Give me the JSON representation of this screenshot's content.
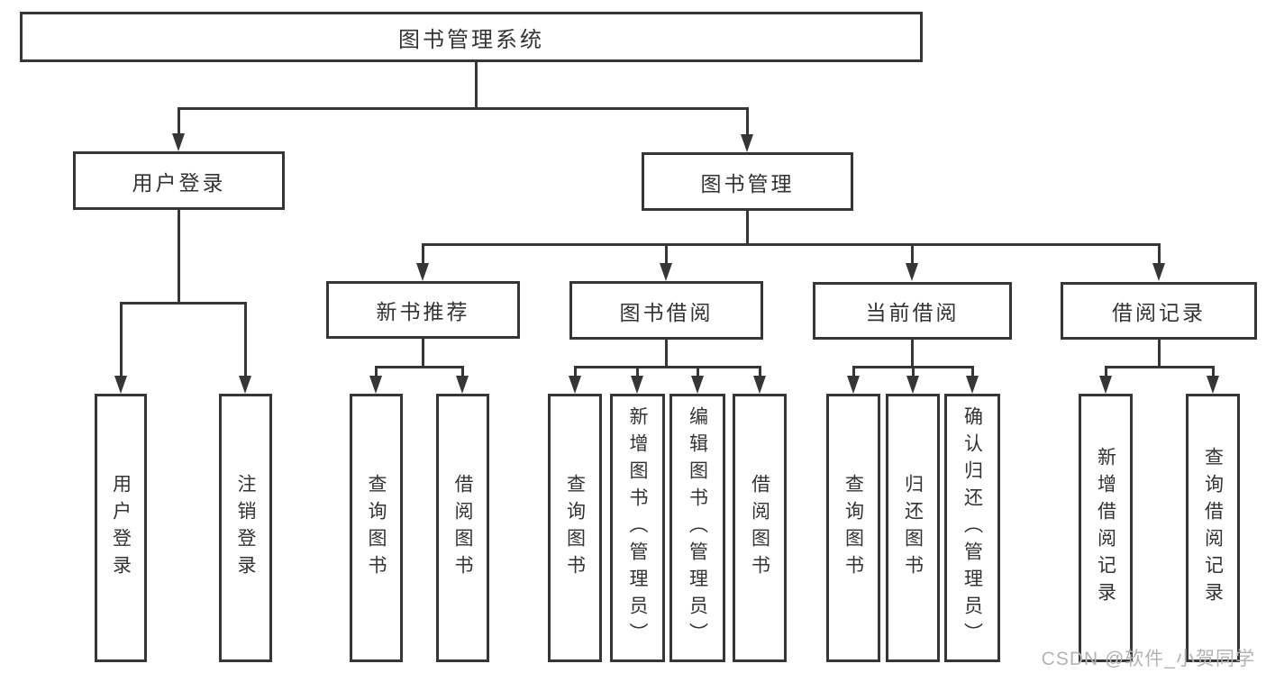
{
  "tree": {
    "root": {
      "label": "图书管理系统"
    },
    "branches": [
      {
        "label": "用户登录",
        "children": [
          {
            "label": "用户登录"
          },
          {
            "label": "注销登录"
          }
        ]
      },
      {
        "label": "图书管理",
        "children": [
          {
            "label": "新书推荐",
            "children": [
              {
                "label": "查询图书"
              },
              {
                "label": "借阅图书"
              }
            ]
          },
          {
            "label": "图书借阅",
            "children": [
              {
                "label": "查询图书"
              },
              {
                "label": "新增图书（管理员）"
              },
              {
                "label": "编辑图书（管理员）"
              },
              {
                "label": "借阅图书"
              }
            ]
          },
          {
            "label": "当前借阅",
            "children": [
              {
                "label": "查询图书"
              },
              {
                "label": "归还图书"
              },
              {
                "label": "确认归还（管理员）"
              }
            ]
          },
          {
            "label": "借阅记录",
            "children": [
              {
                "label": "新增借阅记录"
              },
              {
                "label": "查询借阅记录"
              }
            ]
          }
        ]
      }
    ]
  },
  "watermark": {
    "text": "CSDN @软件_小贺同学"
  },
  "colors": {
    "line": "#363636",
    "text": "#333333",
    "background": "#ffffff",
    "watermark": "#b3b3b3"
  }
}
